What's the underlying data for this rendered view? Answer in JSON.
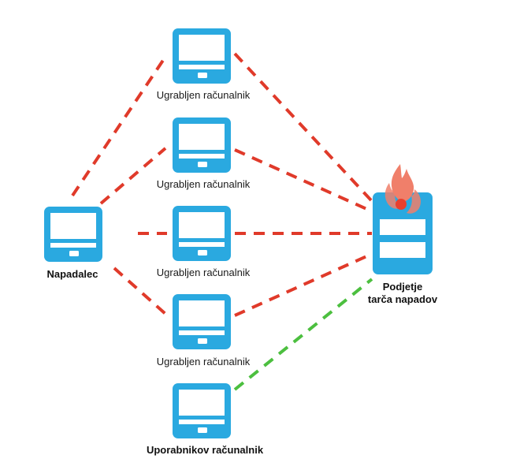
{
  "nodes": {
    "attacker": {
      "label": "Napadalec"
    },
    "compromised": [
      {
        "label": "Ugrabljen računalnik"
      },
      {
        "label": "Ugrabljen računalnik"
      },
      {
        "label": "Ugrabljen računalnik"
      },
      {
        "label": "Ugrabljen računalnik"
      }
    ],
    "user": {
      "label": "Uporabnikov računalnik"
    },
    "target": {
      "label_line1": "Podjetje",
      "label_line2": "tarča napadov"
    }
  },
  "colors": {
    "device": "#2aa9e0",
    "device_light": "#ffffff",
    "attack_link": "#e03a2a",
    "normal_link": "#4cbf3f",
    "flame": "#f07f6a",
    "flame_core": "#e8402e"
  }
}
